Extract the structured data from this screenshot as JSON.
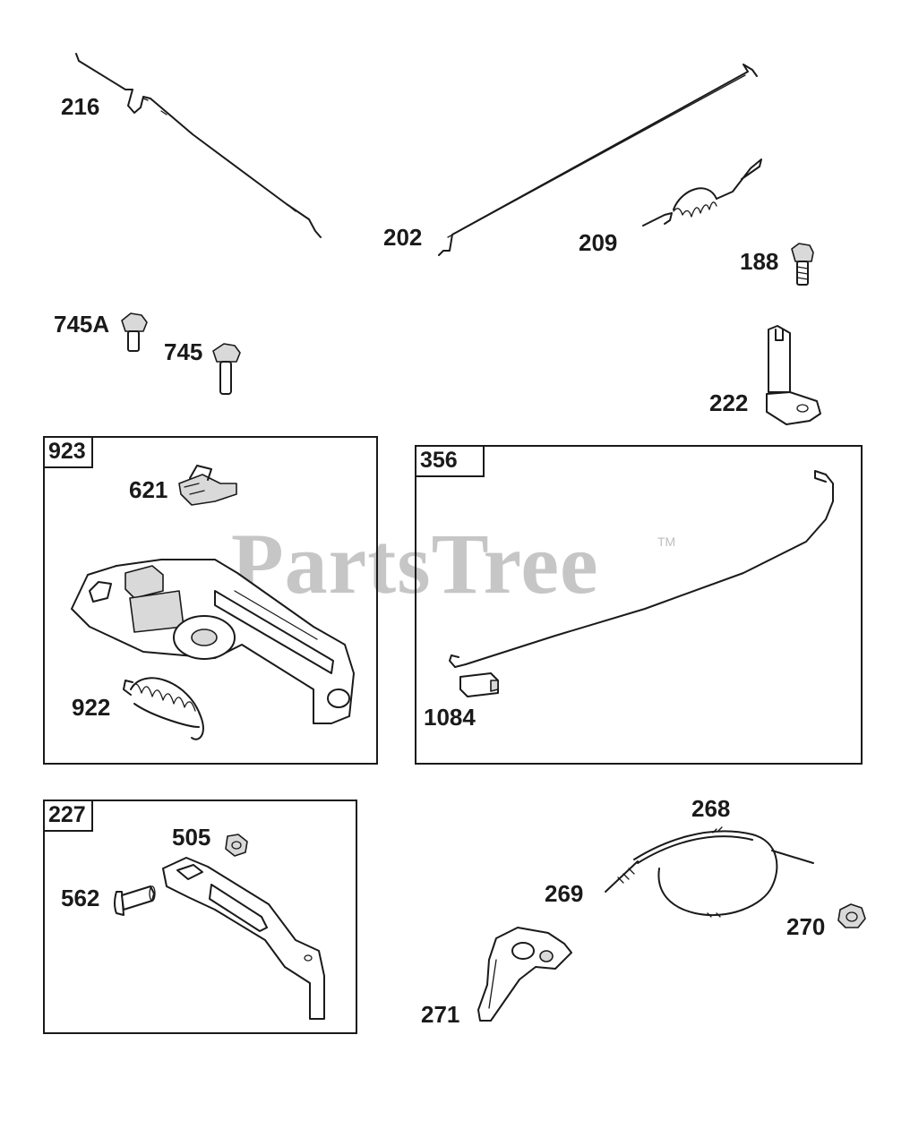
{
  "watermark": {
    "brand": "PartsTree",
    "trademark": "TM"
  },
  "kits": [
    {
      "id": "kit-923",
      "tag": "923"
    },
    {
      "id": "kit-356",
      "tag": "356"
    },
    {
      "id": "kit-227",
      "tag": "227"
    }
  ],
  "callouts": [
    {
      "part": "216"
    },
    {
      "part": "202"
    },
    {
      "part": "209"
    },
    {
      "part": "188"
    },
    {
      "part": "745A"
    },
    {
      "part": "745"
    },
    {
      "part": "222"
    },
    {
      "part": "621"
    },
    {
      "part": "922"
    },
    {
      "part": "1084"
    },
    {
      "part": "505"
    },
    {
      "part": "562"
    },
    {
      "part": "268"
    },
    {
      "part": "269"
    },
    {
      "part": "270"
    },
    {
      "part": "271"
    }
  ]
}
